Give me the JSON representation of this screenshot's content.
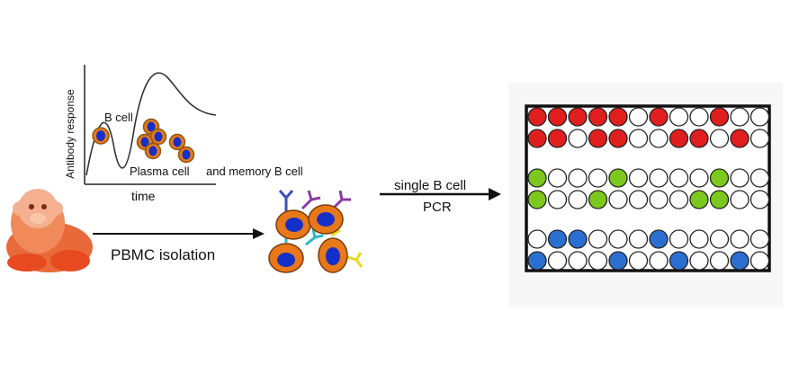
{
  "graph": {
    "ylabel": "Antibody response",
    "xlabel": "time",
    "bcell_label": "B cell",
    "plasma_label": "Plasma cell",
    "memory_label": "and memory B cell"
  },
  "step1": {
    "label": "PBMC isolation"
  },
  "step2": {
    "line1": "single B cell",
    "line2": "PCR"
  },
  "colors": {
    "cell_fill": "#e8781a",
    "nucleus": "#1530c8",
    "well_red": "#e01e1e",
    "well_green": "#7cc81c",
    "well_blue": "#2a6fd0",
    "antibody_blue": "#3a4fb8",
    "antibody_purple": "#8a3aa0",
    "antibody_cyan": "#28b8c8",
    "antibody_yellow": "#e8d81a",
    "monkey": "#e85a30"
  },
  "plate": {
    "rows": [
      {
        "color": "red",
        "wells": [
          1,
          1,
          1,
          1,
          1,
          0,
          1,
          0,
          0,
          1,
          0,
          0
        ]
      },
      {
        "color": "red",
        "wells": [
          1,
          1,
          0,
          1,
          1,
          0,
          0,
          1,
          1,
          0,
          1,
          0
        ]
      },
      {
        "color": "green",
        "wells": [
          1,
          0,
          0,
          0,
          1,
          0,
          0,
          0,
          0,
          1,
          0,
          0
        ]
      },
      {
        "color": "green",
        "wells": [
          1,
          0,
          0,
          1,
          0,
          0,
          0,
          0,
          1,
          1,
          0,
          0
        ]
      },
      {
        "color": "blue",
        "wells": [
          0,
          1,
          1,
          0,
          0,
          0,
          1,
          0,
          0,
          0,
          0,
          0
        ]
      },
      {
        "color": "blue",
        "wells": [
          1,
          0,
          0,
          0,
          1,
          0,
          0,
          1,
          0,
          0,
          1,
          0
        ]
      }
    ]
  }
}
